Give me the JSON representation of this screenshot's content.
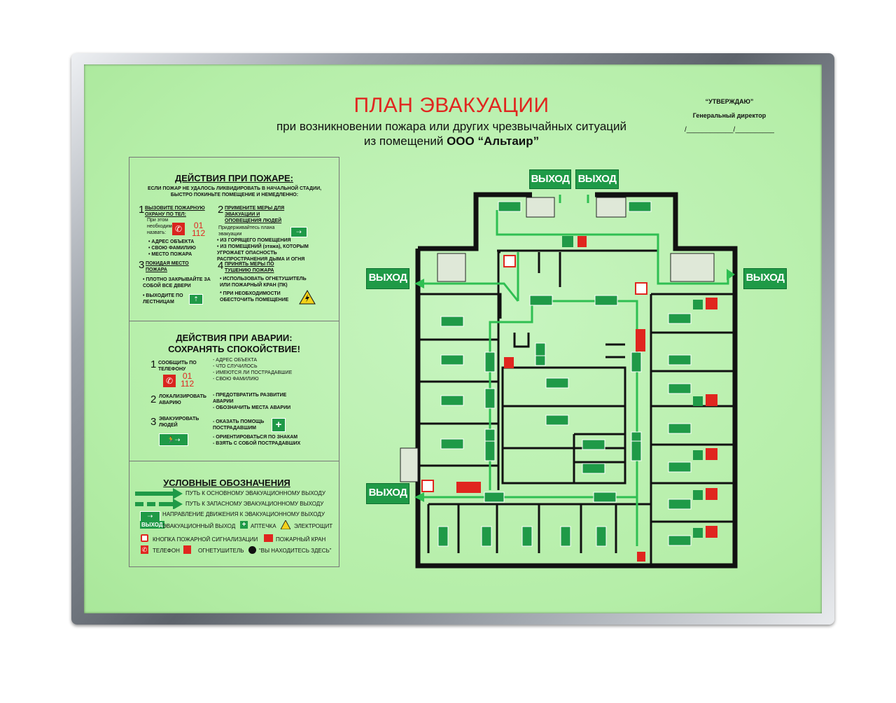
{
  "title": "ПЛАН ЭВАКУАЦИИ",
  "subtitle_line1": "при возникновении пожара или других чрезвычайных ситуаций",
  "subtitle_line2_prefix": "из помещений ",
  "subtitle_line2_org": "ООО “Альтаир”",
  "approval": {
    "label": "“УТВЕРЖДАЮ”",
    "position": "Генеральный директор",
    "signature": "/____________/__________"
  },
  "fire": {
    "heading": "ДЕЙСТВИЯ ПРИ ПОЖАРЕ:",
    "intro": "ЕСЛИ ПОЖАР НЕ УДАЛОСЬ ЛИКВИДИРОВАТЬ В НАЧАЛЬНОЙ СТАДИИ, БЫСТРО ПОКИНЬТЕ ПОМЕЩЕНИЕ И НЕМЕДЛЕННО:",
    "s1_num": "1",
    "s1_title": "ВЫЗОВИТЕ ПОЖАРНУЮ ОХРАНУ ПО ТЕЛ:",
    "s1_note": "При этом необходимо назвать:",
    "s1_phone1": "01",
    "s1_phone2": "112",
    "s1_items": [
      "• АДРЕС ОБЪЕКТА",
      "• СВОЮ ФАМИЛИЮ",
      "• МЕСТО ПОЖАРА"
    ],
    "s2_num": "2",
    "s2_title": "ПРИМЕНИТЕ МЕРЫ ДЛЯ ЭВАКУАЦИИ И ОПОВЕЩЕНИЯ ЛЮДЕЙ",
    "s2_note": "Придерживайтесь плана эвакуации",
    "s2_items": [
      "• ИЗ ГОРЯЩЕГО ПОМЕЩЕНИЯ",
      "• ИЗ ПОМЕЩЕНИЙ (этажа), КОТОРЫМ УГРОЖАЕТ ОПАСНОСТЬ РАСПРОСТРАНЕНИЯ ДЫМА И ОГНЯ"
    ],
    "s3_num": "3",
    "s3_title": "ПОКИДАЯ МЕСТО ПОЖАРА",
    "s3_items": [
      "• ПЛОТНО ЗАКРЫВАЙТЕ ЗА СОБОЙ ВСЕ ДВЕРИ",
      "• ВЫХОДИТЕ ПО ЛЕСТНИЦАМ"
    ],
    "s4_num": "4",
    "s4_title": "ПРИНЯТЬ МЕРЫ ПО ТУШЕНИЮ ПОЖАРА",
    "s4_items": [
      "• ИСПОЛЬЗОВАТЬ ОГНЕТУШИТЕЛЬ ИЛИ ПОЖАРНЫЙ КРАН (ПК)",
      "* ПРИ НЕОБХОДИМОСТИ ОБЕСТОЧИТЬ ПОМЕЩЕНИЕ"
    ]
  },
  "accident": {
    "heading1": "ДЕЙСТВИЯ ПРИ АВАРИИ:",
    "heading2": "СОХРАНЯТЬ СПОКОЙСТВИЕ!",
    "s1_num": "1",
    "s1_title": "СООБЩИТЬ ПО ТЕЛЕФОНУ",
    "s1_phone1": "01",
    "s1_phone2": "112",
    "s1_items": [
      "- АДРЕС ОБЪЕКТА",
      "- ЧТО СЛУЧИЛОСЬ",
      "- ИМЕЮТСЯ ЛИ ПОСТРАДАВШИЕ",
      "- СВОЮ ФАМИЛИЮ"
    ],
    "s2_num": "2",
    "s2_title": "ЛОКАЛИЗИРОВАТЬ АВАРИЮ",
    "s2_items": [
      "- ПРЕДОТВРАТИТЬ РАЗВИТИЕ АВАРИИ",
      "- ОБОЗНАЧИТЬ МЕСТА АВАРИИ"
    ],
    "s3_num": "3",
    "s3_title": "ЭВАКУИРОВАТЬ ЛЮДЕЙ",
    "s3_items": [
      "- ОКАЗАТЬ ПОМОЩЬ ПОСТРАДАВШИМ",
      "- ОРИЕНТИРОВАТЬСЯ ПО ЗНАКАМ",
      "- ВЗЯТЬ С СОБОЙ ПОСТРАДАВШИХ"
    ]
  },
  "legend": {
    "heading": "УСЛОВНЫЕ ОБОЗНАЧЕНИЯ",
    "main_route": "ПУТЬ К ОСНОВНОМУ ЭВАКУАЦИОННОМУ ВЫХОДУ",
    "spare_route": "ПУТЬ К ЗАПАСНОМУ ЭВАКУАЦИОННОМУ ВЫХОДУ",
    "direction": "НАПРАВЛЕНИЕ ДВИЖЕНИЯ К ЭВАКУАЦИОННОМУ ВЫХОДУ",
    "exit_badge": "ВЫХОД",
    "exit": "ЭВАКУАЦИОННЫЙ ВЫХОД",
    "first_aid": "АПТЕЧКА",
    "panel": "ЭЛЕКТРОЩИТ",
    "alarm_button": "КНОПКА ПОЖАРНОЙ СИГНАЛИЗАЦИИ",
    "hydrant": "ПОЖАРНЫЙ КРАН",
    "phone": "ТЕЛЕФОН",
    "extinguisher": "ОГНЕТУШИТЕЛЬ",
    "you_are_here": "“ВЫ НАХОДИТЕСЬ ЗДЕСЬ”"
  },
  "plan": {
    "exit_label": "ВЫХОД"
  },
  "colors": {
    "exit_green": "#1f9a47",
    "route_green": "#2fbf52",
    "red": "#e0261f",
    "wall": "#111111"
  }
}
